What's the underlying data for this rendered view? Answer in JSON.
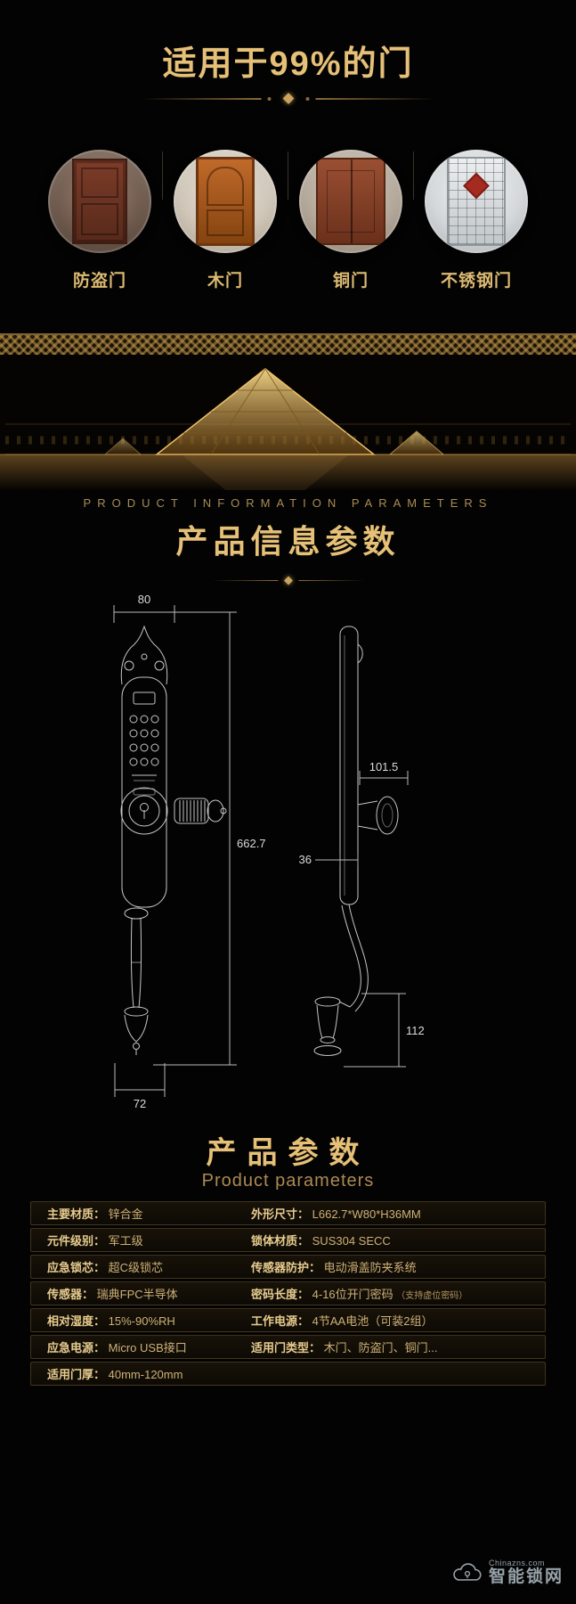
{
  "header": {
    "title": "适用于99%的门"
  },
  "doors": {
    "items": [
      {
        "label": "防盗门"
      },
      {
        "label": "木门"
      },
      {
        "label": "铜门"
      },
      {
        "label": "不锈钢门"
      }
    ]
  },
  "info_section": {
    "en_title": "PRODUCT INFORMATION PARAMETERS",
    "cn_title": "产品信息参数"
  },
  "diagram": {
    "front_width": "80",
    "front_height": "662.7",
    "front_bottom_width": "72",
    "side_knob_depth": "101.5",
    "side_body_depth": "36",
    "side_bottom_height": "112"
  },
  "params_section": {
    "cn_title": "产品参数",
    "en_title": "Product parameters"
  },
  "specs": {
    "rows": [
      {
        "left_label": "主要材质：",
        "left_value": "锌合金",
        "right_label": "外形尺寸：",
        "right_value": "L662.7*W80*H36MM"
      },
      {
        "left_label": "元件级别：",
        "left_value": "军工级",
        "right_label": "锁体材质：",
        "right_value": "SUS304 SECC"
      },
      {
        "left_label": "应急锁芯：",
        "left_value": "超C级锁芯",
        "right_label": "传感器防护：",
        "right_value": "电动滑盖防夹系统"
      },
      {
        "left_label": "传感器：",
        "left_value": "瑞典FPC半导体",
        "right_label": "密码长度：",
        "right_value": "4-16位开门密码",
        "right_note": "（支持虚位密码）"
      },
      {
        "left_label": "相对湿度：",
        "left_value": "15%-90%RH",
        "right_label": "工作电源：",
        "right_value": "4节AA电池（可装2组）"
      },
      {
        "left_label": "应急电源：",
        "left_value": "Micro USB接口",
        "right_label": "适用门类型：",
        "right_value": "木门、防盗门、铜门..."
      },
      {
        "left_label": "适用门厚：",
        "left_value": "40mm-120mm",
        "right_label": "",
        "right_value": ""
      }
    ]
  },
  "watermark": {
    "site": "Chinazns.com",
    "name": "智能锁网"
  },
  "colors": {
    "gold_accent": "#e6c077",
    "background": "#000000"
  }
}
